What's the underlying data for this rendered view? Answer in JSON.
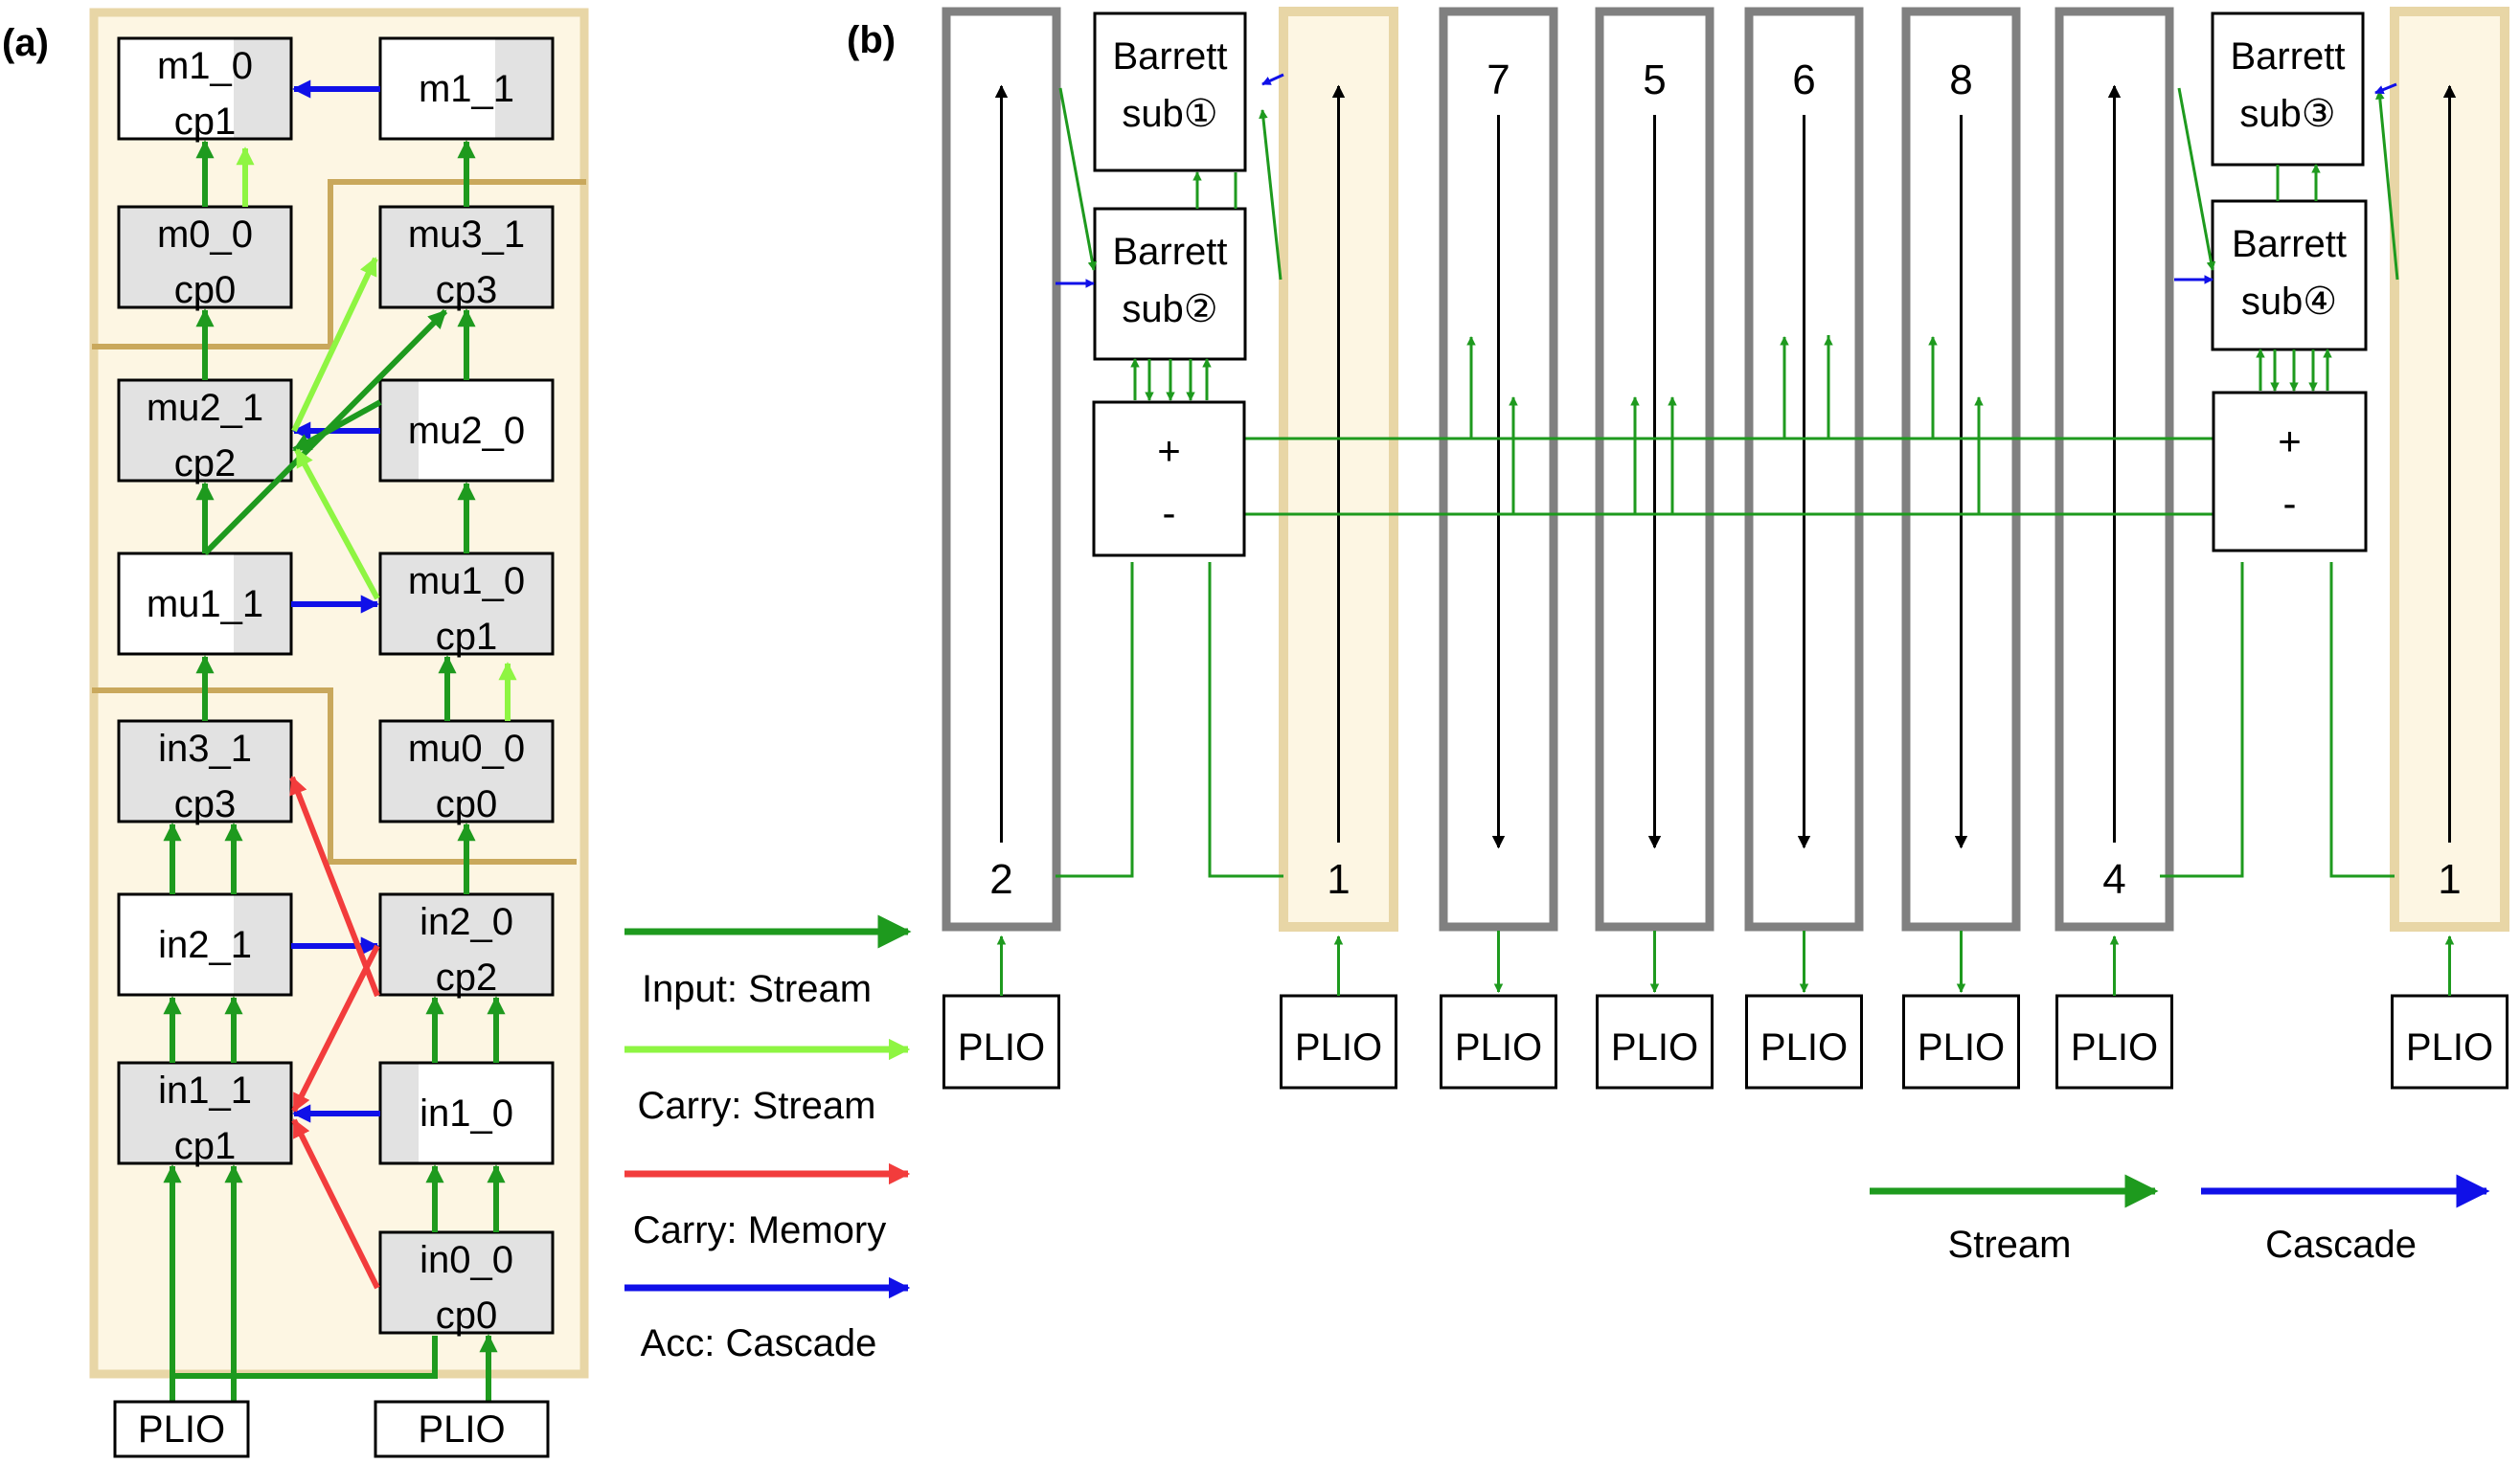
{
  "panel_a": {
    "label": "(a)",
    "nodes": {
      "m1_0": [
        "m1_0",
        "cp1"
      ],
      "m1_1": [
        "m1_1"
      ],
      "m0_0": [
        "m0_0",
        "cp0"
      ],
      "mu3_1": [
        "mu3_1",
        "cp3"
      ],
      "mu2_1": [
        "mu2_1",
        "cp2"
      ],
      "mu2_0": [
        "mu2_0"
      ],
      "mu1_1": [
        "mu1_1"
      ],
      "mu1_0": [
        "mu1_0",
        "cp1"
      ],
      "in3_1": [
        "in3_1",
        "cp3"
      ],
      "mu0_0": [
        "mu0_0",
        "cp0"
      ],
      "in2_1": [
        "in2_1"
      ],
      "in2_0": [
        "in2_0",
        "cp2"
      ],
      "in1_1": [
        "in1_1",
        "cp1"
      ],
      "in1_0": [
        "in1_0"
      ],
      "in0_0": [
        "in0_0",
        "cp0"
      ]
    },
    "plio_left": "PLIO",
    "plio_right": "PLIO"
  },
  "legend_a": {
    "input_stream": "Input: Stream",
    "carry_stream": "Carry: Stream",
    "carry_memory": "Carry: Memory",
    "acc_cascade": "Acc: Cascade"
  },
  "panel_b": {
    "label": "(b)",
    "columns": [
      "2",
      "1",
      "7",
      "5",
      "6",
      "8",
      "4",
      "1"
    ],
    "plio": "PLIO",
    "barrett": [
      [
        "Barrett",
        "sub①"
      ],
      [
        "Barrett",
        "sub②"
      ],
      [
        "Barrett",
        "sub③"
      ],
      [
        "Barrett",
        "sub④"
      ]
    ],
    "addsub": [
      "+",
      "-"
    ]
  },
  "legend_b": {
    "stream": "Stream",
    "cascade": "Cascade"
  },
  "colors": {
    "stream_green": "#1e9a1e",
    "carry_light_green": "#8ef542",
    "carry_red": "#f23c3c",
    "cascade_blue": "#1010e8",
    "panel_fill": "#fdf6e3",
    "panel_border": "#e8d6a6",
    "divider": "#c9a85c",
    "column_border": "#808080"
  }
}
